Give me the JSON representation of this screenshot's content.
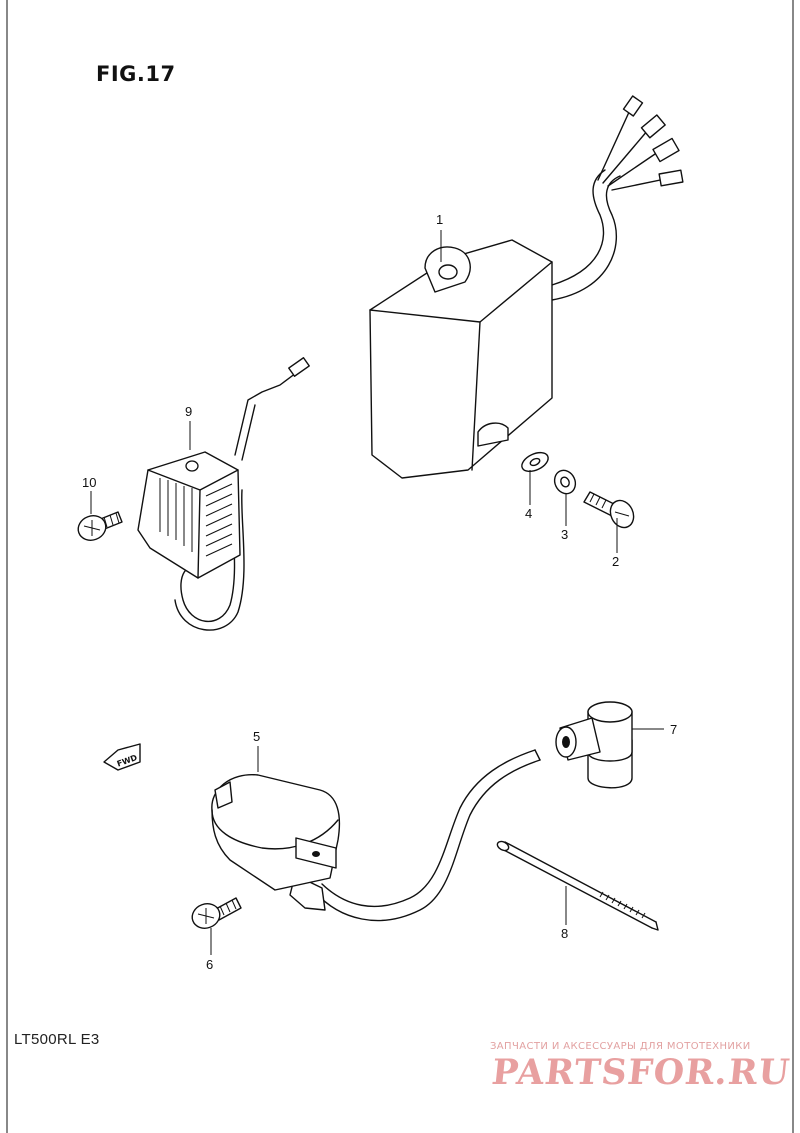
{
  "figure": {
    "title": "FIG.17",
    "model": "LT500RL  E3"
  },
  "callouts": [
    "1",
    "2",
    "3",
    "4",
    "5",
    "6",
    "7",
    "8",
    "9",
    "10"
  ],
  "fwd_label": "FWD",
  "watermark": {
    "tagline": "ЗАПЧАСТИ И АКСЕССУАРЫ ДЛЯ МОТОТЕХНИКИ",
    "logo": "PARTSFOR.RU"
  },
  "colors": {
    "line": "#111111",
    "watermark": "#e8a0a0"
  }
}
